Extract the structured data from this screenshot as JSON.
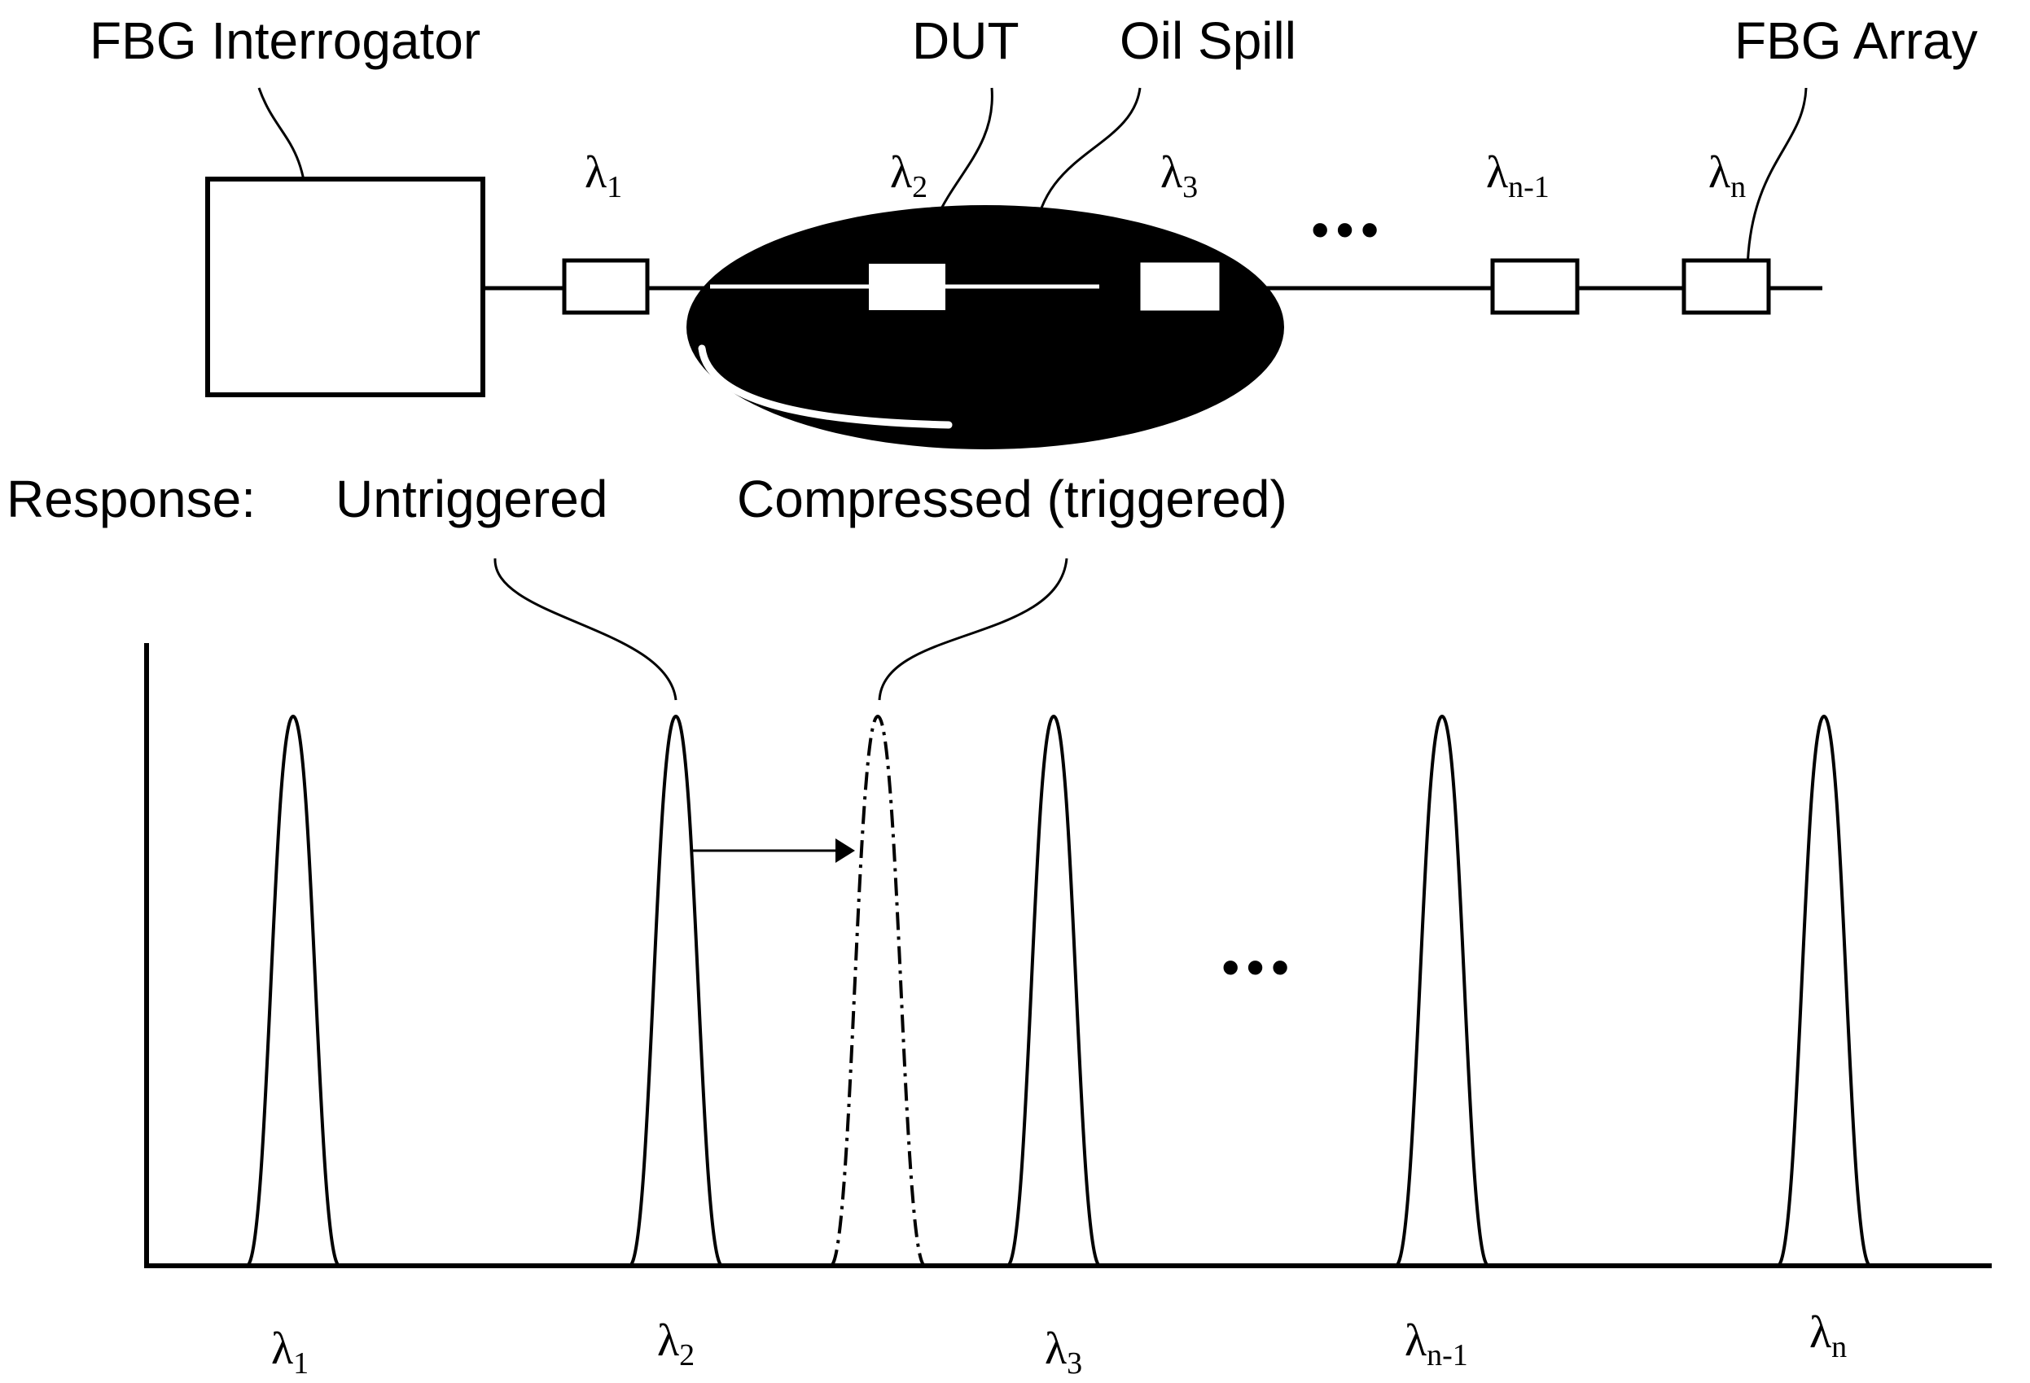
{
  "diagram": {
    "labels": {
      "interrogator": "FBG Interrogator",
      "dut": "DUT",
      "oil_spill": "Oil Spill",
      "array": "FBG Array"
    },
    "gratings": [
      {
        "symbol": "λ",
        "sub": "1"
      },
      {
        "symbol": "λ",
        "sub": "2"
      },
      {
        "symbol": "λ",
        "sub": "3"
      },
      {
        "symbol": "λ",
        "sub": "n-1"
      },
      {
        "symbol": "λ",
        "sub": "n"
      }
    ],
    "ellipsis": "•••"
  },
  "response": {
    "label": "Response:",
    "untriggered": "Untriggered",
    "compressed": "Compressed (triggered)",
    "peaks": [
      {
        "symbol": "λ",
        "sub": "1"
      },
      {
        "symbol": "λ",
        "sub": "2"
      },
      {
        "symbol": "λ",
        "sub": "3"
      },
      {
        "symbol": "λ",
        "sub": "n-1"
      },
      {
        "symbol": "λ",
        "sub": "n"
      }
    ],
    "ellipsis": "•••"
  }
}
